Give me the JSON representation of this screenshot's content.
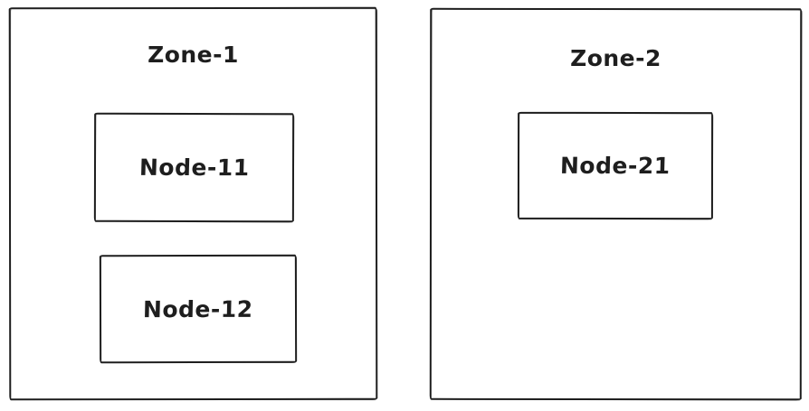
{
  "diagram": {
    "background_color": "#ffffff",
    "stroke_color": "#1e1e1e",
    "style": "hand-drawn sketch",
    "zones": [
      {
        "id": "zone-1",
        "label": "Zone-1",
        "nodes": [
          {
            "id": "node-11",
            "label": "Node-11"
          },
          {
            "id": "node-12",
            "label": "Node-12"
          }
        ]
      },
      {
        "id": "zone-2",
        "label": "Zone-2",
        "nodes": [
          {
            "id": "node-21",
            "label": "Node-21"
          }
        ]
      }
    ]
  }
}
